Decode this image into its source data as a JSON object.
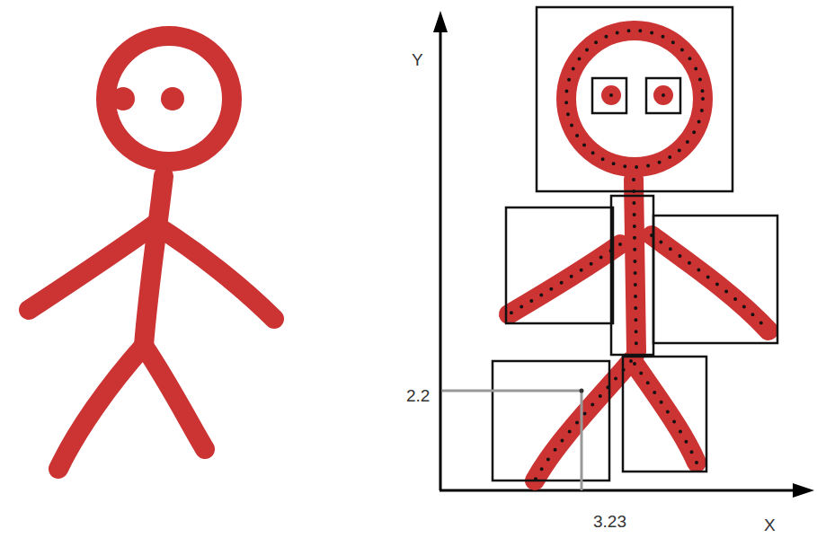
{
  "diagram": {
    "labels": [
      "Y",
      "2.2",
      "3.23",
      "X"
    ]
  }
}
